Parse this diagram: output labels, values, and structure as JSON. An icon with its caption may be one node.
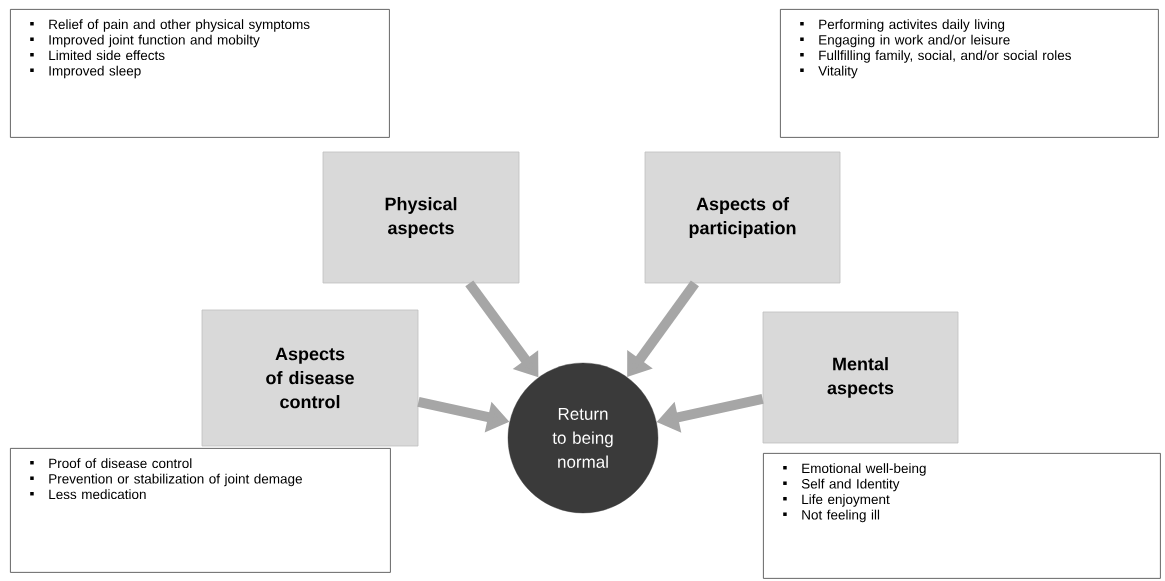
{
  "diagram": {
    "nodes": [
      {
        "text": [
          "Relief of pain and other physical symptoms",
          "Improved joint function and mobilty",
          "Limited side effects",
          "Improved sleep"
        ]
      },
      {
        "text": [
          "Performing activites daily living",
          "Engaging in work and/or leisure",
          "Fullfilling family, social, and/or social roles",
          "Vitality"
        ]
      },
      {
        "text": [
          "Physical aspects"
        ]
      },
      {
        "text": [
          "Aspects of participation"
        ]
      },
      {
        "text": [
          "Aspects of disease control"
        ]
      },
      {
        "text": [
          "Mental aspects"
        ]
      },
      {
        "text": [
          "Return to being normal"
        ]
      },
      {
        "text": [
          "Proof of disease control",
          "Prevention or stabilization of joint demage",
          "Less medication"
        ]
      },
      {
        "text": [
          "Emotional well-being",
          "Self and Identity",
          "Life enjoyment",
          "Not feeling ill"
        ]
      }
    ],
    "edges": [
      {
        "from": 2,
        "to": 6,
        "arrow": "to"
      },
      {
        "from": 3,
        "to": 6,
        "arrow": "to"
      },
      {
        "from": 4,
        "to": 6,
        "arrow": "to"
      },
      {
        "from": 5,
        "to": 6,
        "arrow": "to"
      }
    ]
  }
}
